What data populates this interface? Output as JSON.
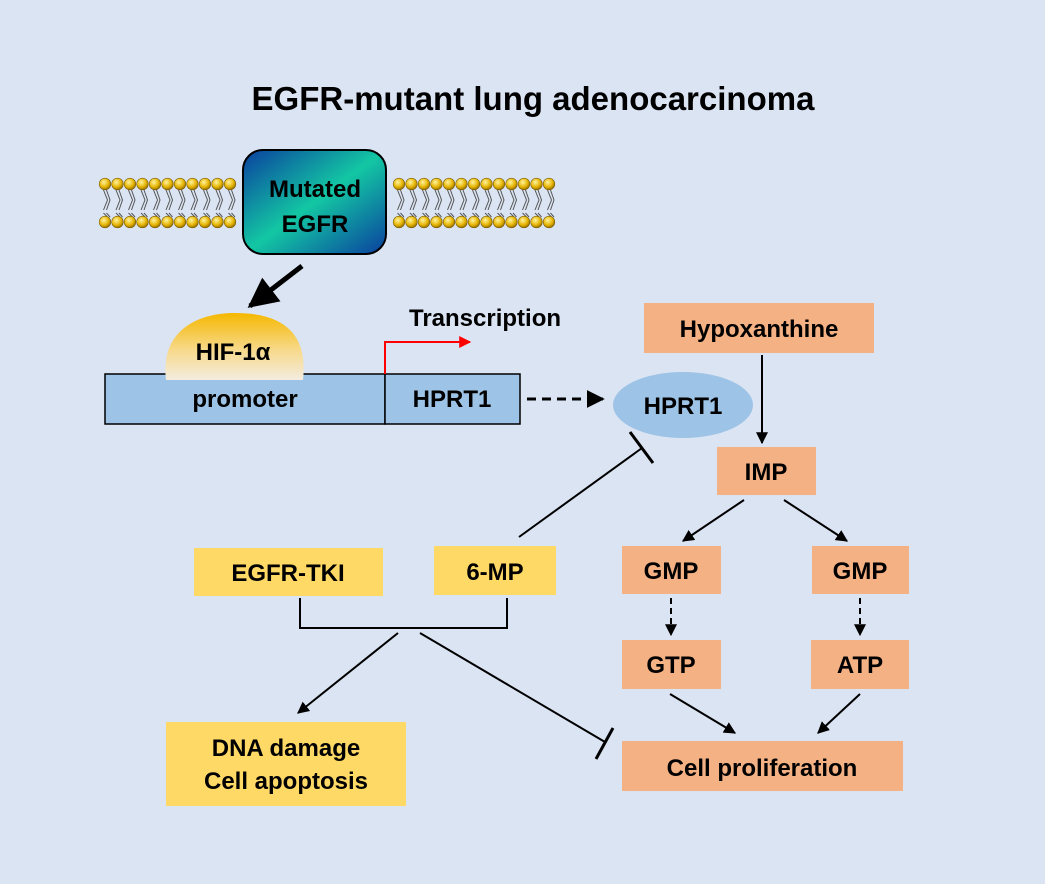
{
  "title": "EGFR-mutant lung adenocarcinoma",
  "receptor": {
    "line1": "Mutated",
    "line2": "EGFR"
  },
  "transcription_factor": "HIF-1α",
  "promoter": "promoter",
  "gene": "HPRT1",
  "transcription": "Transcription",
  "enzyme": "HPRT1",
  "metabolites": {
    "hypoxanthine": "Hypoxanthine",
    "imp": "IMP",
    "gmp_left": "GMP",
    "gmp_right": "GMP",
    "gtp": "GTP",
    "atp": "ATP"
  },
  "cell_proliferation": "Cell proliferation",
  "drugs": {
    "egfr_tki": "EGFR-TKI",
    "six_mp": "6-MP"
  },
  "outcome": {
    "line1": "DNA damage",
    "line2": "Cell apoptosis"
  },
  "colors": {
    "background": "#dbe4f3",
    "metabolite_box": "#f4b183",
    "drug_box": "#ffd966",
    "dna_bar": "#9dc3e6",
    "enzyme_ellipse": "#9dc3e6",
    "transcription_arrow": "#ff0000"
  }
}
